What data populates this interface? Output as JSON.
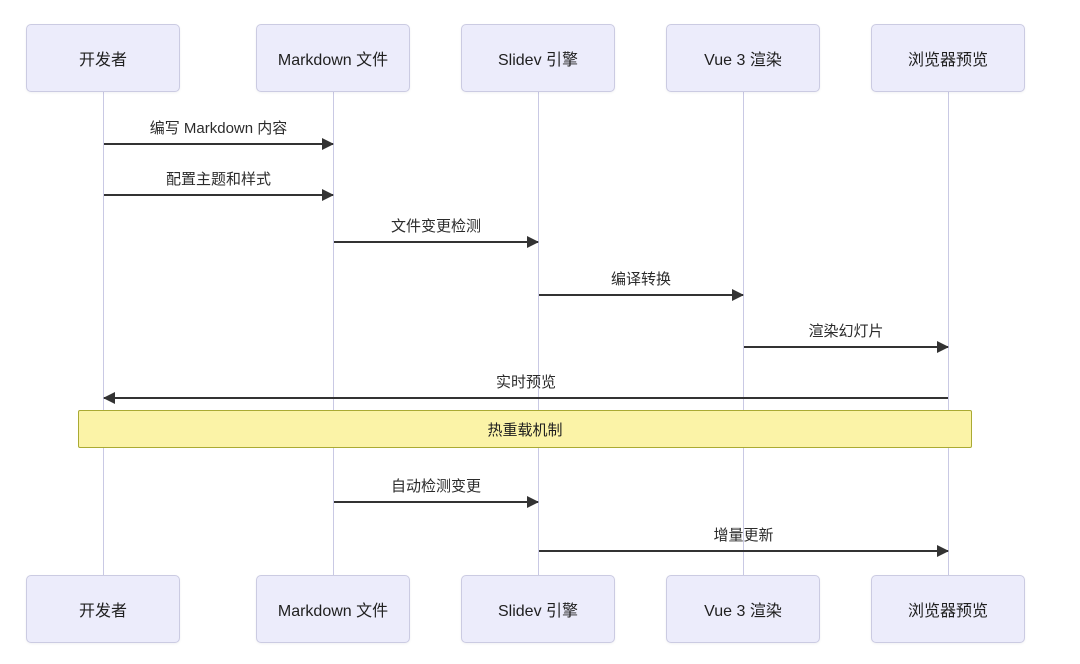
{
  "diagram": {
    "type": "sequence",
    "background": "#ffffff",
    "colors": {
      "actor_fill": "#ECECFB",
      "actor_border": "#CBCBE2",
      "lifeline": "#C9C9E4",
      "arrow": "#333333",
      "text": "#2B2B2B",
      "note_fill": "#FBF3A7",
      "note_border": "#AAAA33"
    }
  },
  "actors": [
    {
      "label": "开发者"
    },
    {
      "label": "Markdown 文件"
    },
    {
      "label": "Slidev 引擎"
    },
    {
      "label": "Vue 3 渲染"
    },
    {
      "label": "浏览器预览"
    }
  ],
  "messages": [
    {
      "from": "开发者",
      "to": "Markdown 文件",
      "label": "编写 Markdown 内容",
      "direction": "right"
    },
    {
      "from": "开发者",
      "to": "Markdown 文件",
      "label": "配置主题和样式",
      "direction": "right"
    },
    {
      "from": "Markdown 文件",
      "to": "Slidev 引擎",
      "label": "文件变更检测",
      "direction": "right"
    },
    {
      "from": "Slidev 引擎",
      "to": "Vue 3 渲染",
      "label": "编译转换",
      "direction": "right"
    },
    {
      "from": "Vue 3 渲染",
      "to": "浏览器预览",
      "label": "渲染幻灯片",
      "direction": "right"
    },
    {
      "from": "浏览器预览",
      "to": "开发者",
      "label": "实时预览",
      "direction": "left"
    },
    {
      "from": "Markdown 文件",
      "to": "Slidev 引擎",
      "label": "自动检测变更",
      "direction": "right"
    },
    {
      "from": "Slidev 引擎",
      "to": "浏览器预览",
      "label": "增量更新",
      "direction": "right"
    }
  ],
  "note": {
    "label": "热重载机制",
    "over": "开发者 到 浏览器预览"
  }
}
